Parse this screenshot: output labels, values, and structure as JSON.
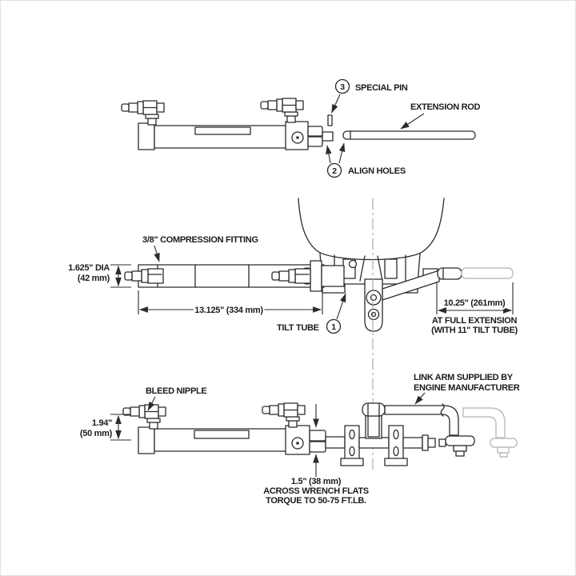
{
  "colors": {
    "line": "#2b2b2b",
    "ghost": "#bdbdbd",
    "centerline": "#a6a6a6",
    "text": "#1b1b1b",
    "background": "#ffffff",
    "frame_border": "#e2e2e2"
  },
  "exploded_view": {
    "callout_special_pin": "3",
    "special_pin": "SPECIAL PIN",
    "extension_rod": "EXTENSION ROD",
    "callout_align_holes": "2",
    "align_holes": "ALIGN HOLES"
  },
  "installed_top_view": {
    "compression_fitting": "3/8\" COMPRESSION FITTING",
    "cylinder_dia": "1.625\" DIA",
    "cylinder_dia_mm": "(42 mm)",
    "cylinder_length": "13.125\" (334 mm)",
    "tilt_tube": "TILT TUBE",
    "callout_tilt_tube": "1",
    "extension_length": "10.25\" (261mm)",
    "full_extension_1": "AT FULL EXTENSION",
    "full_extension_2": "(WITH 11\" TILT TUBE)"
  },
  "installed_side_view": {
    "bleed_nipple": "BLEED NIPPLE",
    "link_arm_1": "LINK ARM SUPPLIED BY",
    "link_arm_2": "ENGINE MANUFACTURER",
    "cylinder_height": "1.94\"",
    "cylinder_height_mm": "(50 mm)",
    "wrench_1": "1.5\" (38 mm)",
    "wrench_2": "ACROSS WRENCH FLATS",
    "wrench_3": "TORQUE TO 50-75 FT.LB."
  }
}
